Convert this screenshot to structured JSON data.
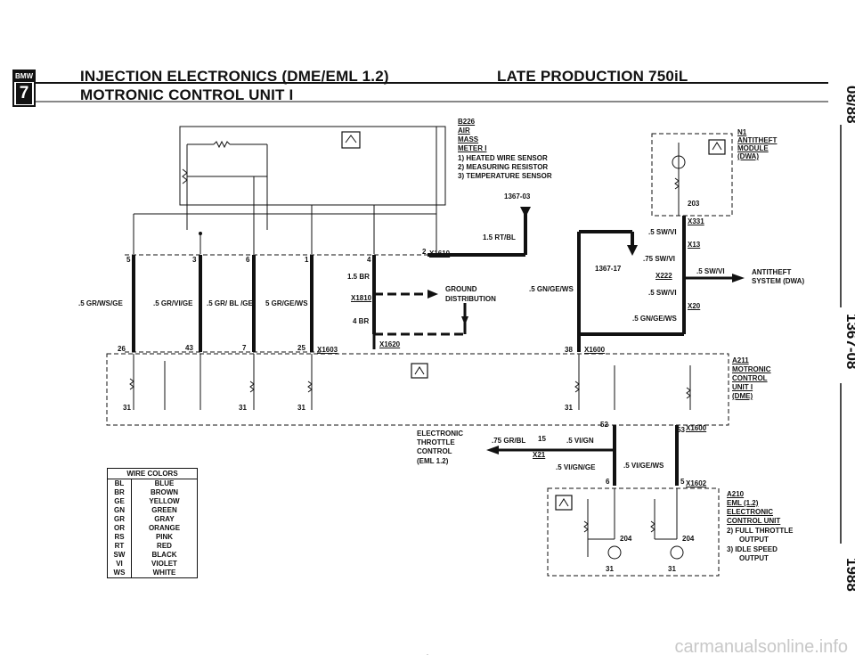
{
  "header": {
    "logo_brand": "BMW",
    "logo_number": "7",
    "title": "INJECTION ELECTRONICS (DME/EML 1.2)",
    "production": "LATE PRODUCTION 750iL",
    "subtitle": "MOTRONIC CONTROL UNIT I"
  },
  "side": {
    "top": "08/88",
    "middle": "1367-08",
    "bottom": "1988"
  },
  "components": {
    "b226": [
      "B226",
      "AIR",
      "MASS",
      "METER I"
    ],
    "b226_notes": [
      "1) HEATED WIRE SENSOR",
      "2) MEASURING RESISTOR",
      "3) TEMPERATURE SENSOR"
    ],
    "n1": [
      "N1",
      "ANTITHEFT",
      "MODULE",
      "(DWA)"
    ],
    "a211": [
      "A211",
      "MOTRONIC",
      "CONTROL",
      "UNIT I",
      "(DME)"
    ],
    "a210": [
      "A210",
      "EML (1.2)",
      "ELECTRONIC",
      "CONTROL UNIT"
    ],
    "a210_notes": [
      "2) FULL THROTTLE",
      "OUTPUT",
      "3) IDLE SPEED",
      "OUTPUT"
    ],
    "antitheft_system": [
      "ANTITHEFT",
      "SYSTEM (DWA)"
    ],
    "ground_distribution": [
      "GROUND",
      "DISTRIBUTION"
    ],
    "throttle": [
      "ELECTRONIC",
      "THROTTLE",
      "CONTROL",
      "(EML 1.2)"
    ]
  },
  "wires": {
    "w1": ".5 GR/WS/GE",
    "w2": ".5 GR/VI/GE",
    "w3": ".5 GR/ BL /GE",
    "w4": "5 GR/GE/WS",
    "w5": "1.5 BR",
    "w6": "4 BR",
    "w7": "1.5 RT/BL",
    "w8": ".5 GN/GE/WS",
    "w9": ".5 SW/VI",
    "w10": ".75 SW/VI",
    "w11": ".5 SW/VI",
    "w12": ".5 SW/VI",
    "w13": ".5 GN/GE/WS",
    "w14": ".75 GR/BL",
    "w15": ".5 VI/GN",
    "w16": ".5 VI/GN/GE",
    "w17": ".5 VI/GE/WS"
  },
  "connectors": {
    "x1610": "X1610",
    "x1810": "X1810",
    "x1620": "X1620",
    "x1603": "X1603",
    "x1600": "X1600",
    "x1602": "X1602",
    "x331": "X331",
    "x13": "X13",
    "x222": "X222",
    "x20": "X20",
    "x21": "X21",
    "ref1": "1367-03",
    "ref2": "1367-17",
    "n203": "203",
    "n204a": "204",
    "n204b": "204"
  },
  "pins": {
    "p5": "5",
    "p3": "3",
    "p6": "6",
    "p1": "1",
    "p4": "4",
    "p2": "2",
    "p26": "26",
    "p43": "43",
    "p7": "7",
    "p25": "25",
    "p38": "38",
    "p52": "52",
    "p53": "53",
    "p15": "15",
    "p6b": "6",
    "p5b": "5",
    "p31": "31"
  },
  "wire_colors": {
    "title": "WIRE COLORS",
    "rows": [
      [
        "BL",
        "BLUE"
      ],
      [
        "BR",
        "BROWN"
      ],
      [
        "GE",
        "YELLOW"
      ],
      [
        "GN",
        "GREEN"
      ],
      [
        "GR",
        "GRAY"
      ],
      [
        "OR",
        "ORANGE"
      ],
      [
        "RS",
        "PINK"
      ],
      [
        "RT",
        "RED"
      ],
      [
        "SW",
        "BLACK"
      ],
      [
        "VI",
        "VIOLET"
      ],
      [
        "WS",
        "WHITE"
      ]
    ]
  },
  "watermark": "carmanualsonline.info"
}
